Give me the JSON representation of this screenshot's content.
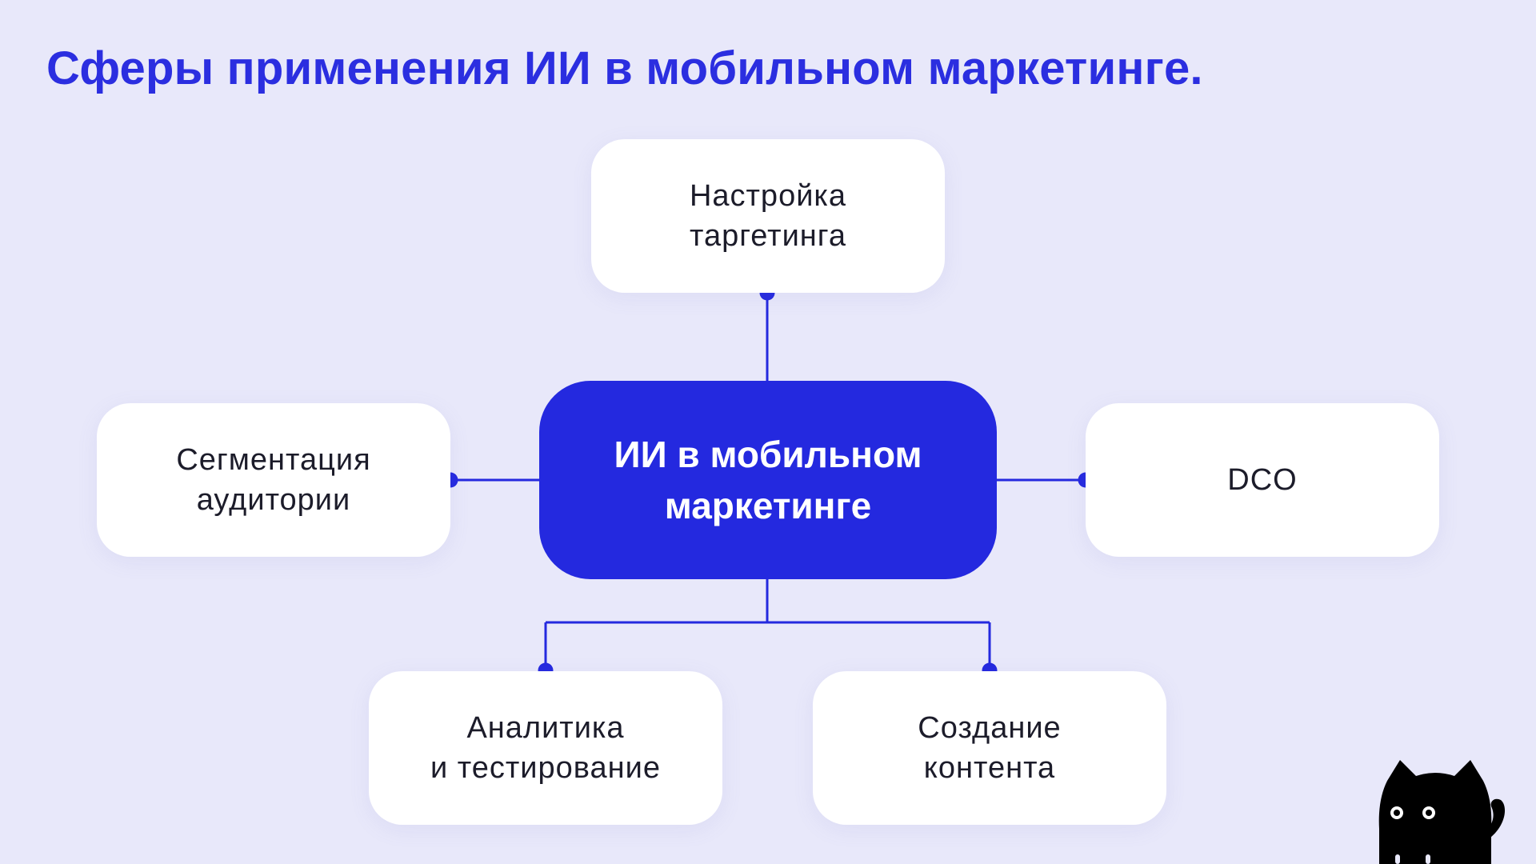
{
  "title": "Сферы применения ИИ в мобильном маркетинге.",
  "center": {
    "label": "ИИ в мобильном\nмаркетинге"
  },
  "nodes": {
    "targeting": "Настройка\nтаргетинга",
    "segmentation": "Сегментация\nаудитории",
    "dco": "DCO",
    "analytics": "Аналитика\nи тестирование",
    "content": "Создание\nконтента"
  },
  "colors": {
    "accent": "#2429df",
    "title": "#2b2ee0",
    "background": "#e8e8fa",
    "card": "#ffffff",
    "mascot": "#000000"
  },
  "icons": {
    "mascot": "black-cat-mascot-icon"
  }
}
